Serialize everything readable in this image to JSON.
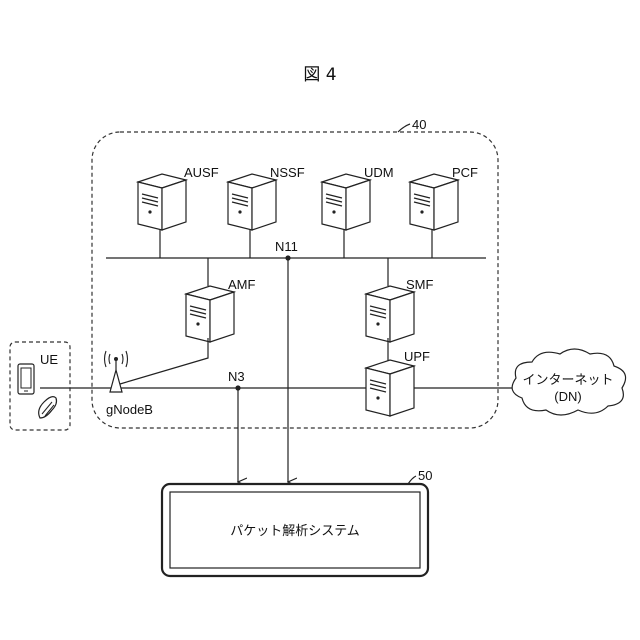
{
  "figure": {
    "title": "図 4"
  },
  "core_network": {
    "ref": "40",
    "nodes": {
      "ausf": "AUSF",
      "nssf": "NSSF",
      "udm": "UDM",
      "pcf": "PCF",
      "amf": "AMF",
      "smf": "SMF",
      "upf": "UPF"
    },
    "interfaces": {
      "n11": "N11",
      "n3": "N3"
    },
    "gnodeb": "gNodeB"
  },
  "ue": {
    "label": "UE"
  },
  "internet": {
    "line1": "インターネット",
    "line2": "(DN)"
  },
  "packet_system": {
    "ref": "50",
    "label": "パケット解析システム"
  }
}
